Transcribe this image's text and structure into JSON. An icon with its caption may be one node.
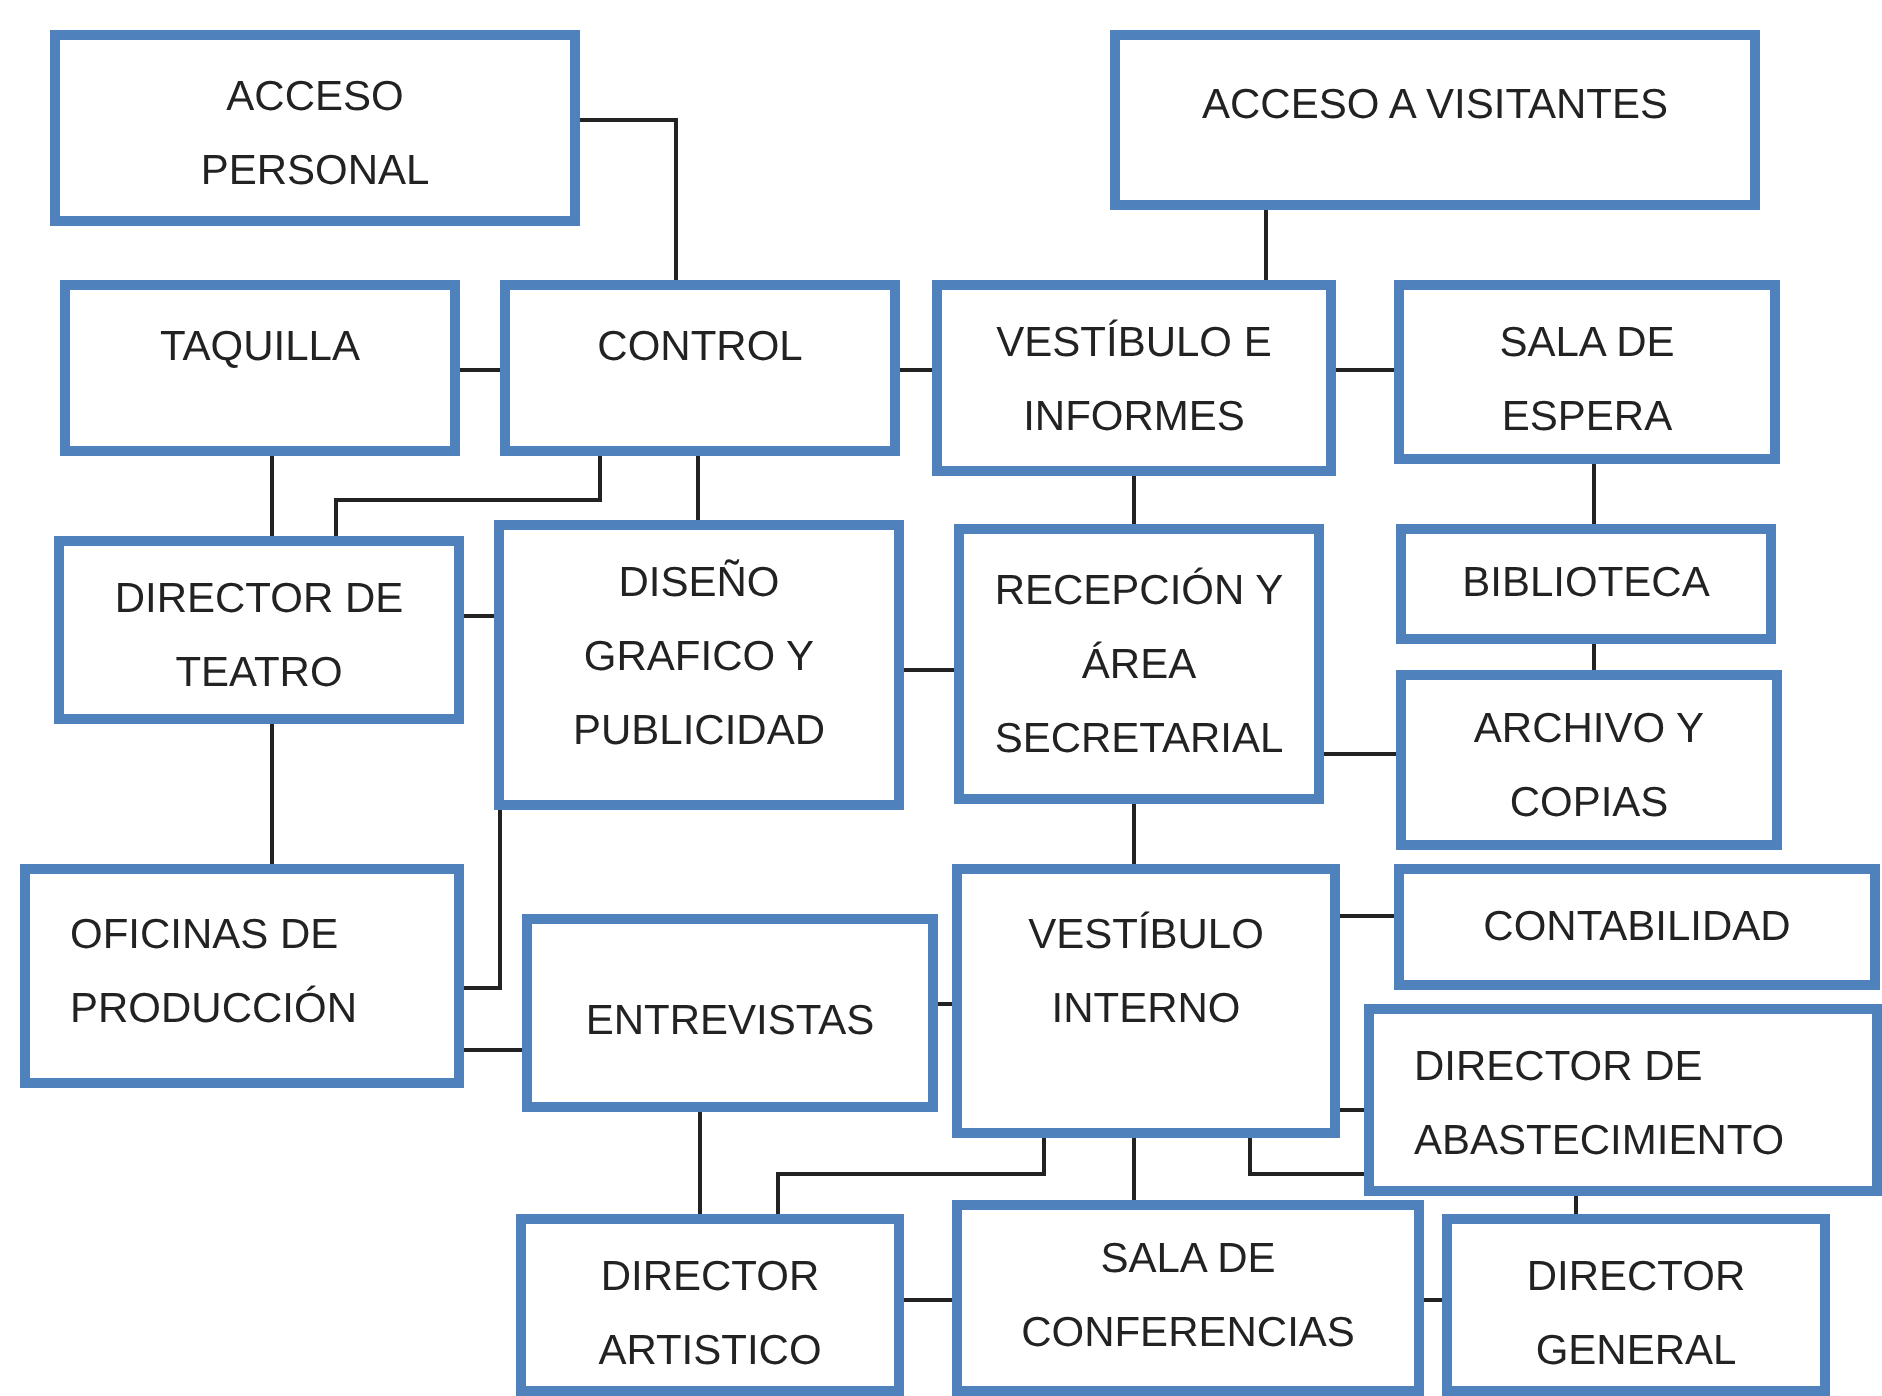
{
  "diagram": {
    "nodes": [
      {
        "text": [
          "ACCESO PERSONAL"
        ]
      },
      {
        "text": [
          "ACCESO A VISITANTES"
        ]
      },
      {
        "text": [
          "TAQUILLA"
        ]
      },
      {
        "text": [
          "CONTROL"
        ]
      },
      {
        "text": [
          "VESTÍBULO E INFORMES"
        ]
      },
      {
        "text": [
          "SALA DE ESPERA"
        ]
      },
      {
        "text": [
          "DIRECTOR DE TEATRO"
        ]
      },
      {
        "text": [
          "DISEÑO GRAFICO Y PUBLICIDAD"
        ]
      },
      {
        "text": [
          "RECEPCIÓN Y ÁREA SECRETARIAL"
        ]
      },
      {
        "text": [
          "BIBLIOTECA"
        ]
      },
      {
        "text": [
          "ARCHIVO Y COPIAS"
        ]
      },
      {
        "text": [
          "OFICINAS DE PRODUCCIÓN"
        ]
      },
      {
        "text": [
          "ENTREVISTAS"
        ]
      },
      {
        "text": [
          "VESTÍBULO INTERNO"
        ]
      },
      {
        "text": [
          "CONTABILIDAD"
        ]
      },
      {
        "text": [
          "DIRECTOR DE ABASTECIMIENTO"
        ]
      },
      {
        "text": [
          "DIRECTOR ARTISTICO"
        ]
      },
      {
        "text": [
          "SALA DE CONFERENCIAS"
        ]
      },
      {
        "text": [
          "DIRECTOR GENERAL"
        ]
      }
    ],
    "edges": [
      {
        "from": 0,
        "to": 3,
        "arrow": "none"
      },
      {
        "from": 1,
        "to": 4,
        "arrow": "none"
      },
      {
        "from": 3,
        "to": 2,
        "arrow": "none"
      },
      {
        "from": 3,
        "to": 4,
        "arrow": "none"
      },
      {
        "from": 4,
        "to": 5,
        "arrow": "none"
      },
      {
        "from": 2,
        "to": 6,
        "arrow": "none"
      },
      {
        "from": 3,
        "to": 6,
        "arrow": "none"
      },
      {
        "from": 3,
        "to": 7,
        "arrow": "none"
      },
      {
        "from": 4,
        "to": 8,
        "arrow": "none"
      },
      {
        "from": 5,
        "to": 9,
        "arrow": "none"
      },
      {
        "from": 6,
        "to": 7,
        "arrow": "none"
      },
      {
        "from": 7,
        "to": 8,
        "arrow": "none"
      },
      {
        "from": 8,
        "to": 10,
        "arrow": "none"
      },
      {
        "from": 9,
        "to": 10,
        "arrow": "none"
      },
      {
        "from": 6,
        "to": 11,
        "arrow": "none"
      },
      {
        "from": 7,
        "to": 11,
        "arrow": "none"
      },
      {
        "from": 11,
        "to": 12,
        "arrow": "none"
      },
      {
        "from": 12,
        "to": 13,
        "arrow": "none"
      },
      {
        "from": 8,
        "to": 13,
        "arrow": "none"
      },
      {
        "from": 13,
        "to": 14,
        "arrow": "none"
      },
      {
        "from": 13,
        "to": 15,
        "arrow": "none"
      },
      {
        "from": 13,
        "to": 15,
        "arrow": "none"
      },
      {
        "from": 13,
        "to": 16,
        "arrow": "none"
      },
      {
        "from": 12,
        "to": 16,
        "arrow": "none"
      },
      {
        "from": 13,
        "to": 17,
        "arrow": "none"
      },
      {
        "from": 16,
        "to": 17,
        "arrow": "none"
      },
      {
        "from": 17,
        "to": 18,
        "arrow": "none"
      },
      {
        "from": 15,
        "to": 18,
        "arrow": "none"
      }
    ]
  }
}
